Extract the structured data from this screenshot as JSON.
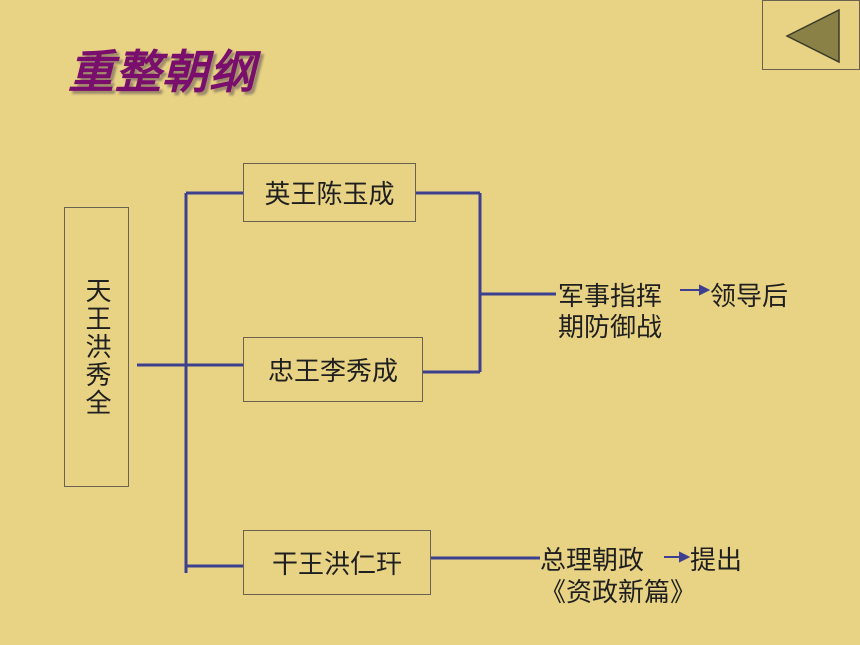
{
  "slide": {
    "title": "重整朝纲"
  },
  "nav": {
    "back_icon": "back-triangle-icon"
  },
  "diagram": {
    "root": "天王洪秀全",
    "branches": [
      {
        "name": "英王陈玉成"
      },
      {
        "name": "忠王李秀成"
      },
      {
        "name": "干王洪仁玕"
      }
    ],
    "outcome_military": {
      "line1": "军事指挥",
      "line2": "期防御战",
      "result": "领导后"
    },
    "outcome_admin": {
      "line1": "总理朝政",
      "result": "提出",
      "line2": "《资政新篇》"
    }
  },
  "colors": {
    "background": "#e8d384",
    "title": "#7a0e6c",
    "line": "#3d3f8f"
  }
}
